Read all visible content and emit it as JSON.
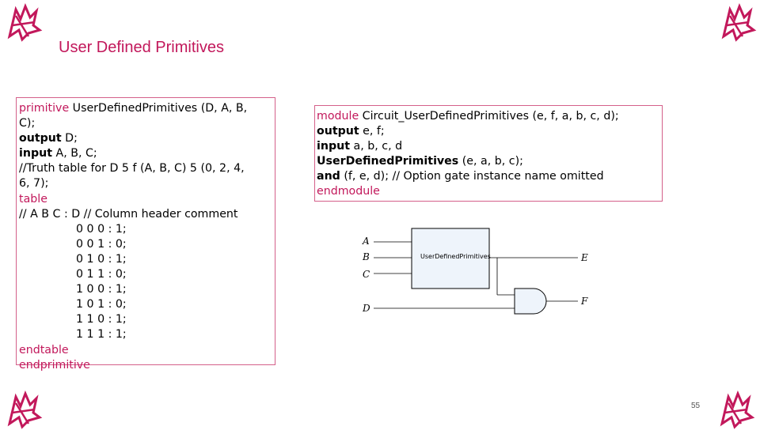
{
  "slide": {
    "title": "User Defined Primitives",
    "page_number": "55"
  },
  "left_code": {
    "line1_kw": "primitive",
    "line1_rest": " UserDefinedPrimitives (D, A, B,",
    "line2": "C);",
    "line3_kw": "output",
    "line3_rest": " D;",
    "line4_kw": "input",
    "line4_rest": " A, B, C;",
    "line5": "//Truth table for D 5 f (A, B, C) 5 (0, 2, 4,",
    "line6": "6, 7);",
    "line7_kw": "table",
    "line8": "// A B C : D // Column header comment",
    "truth_table": [
      "0 0 0 : 1;",
      "0 0 1 : 0;",
      "0 1 0 : 1;",
      "0 1 1 : 0;",
      "1 0 0 : 1;",
      "1 0 1 : 0;",
      "1 1 0 : 1;",
      "1 1 1 : 1;"
    ],
    "end_table": "endtable",
    "end_primitive": "endprimitive"
  },
  "right_code": {
    "line1_kw": "module",
    "line1_rest": " Circuit_UserDefinedPrimitives (e, f, a, b, c, d);",
    "line2_kw": "output",
    "line2_rest": " e, f;",
    "line3_kw": "input",
    "line3_rest": " a, b, c, d",
    "line4_bold": "UserDefinedPrimitives",
    "line4_rest": " (e, a, b, c);",
    "line5_kw": "and",
    "line5_rest": " (f, e, d); // Option gate instance name omitted",
    "line6_kw": "endmodule"
  },
  "diagram": {
    "block_label": "UserDefinedPrimitives",
    "inputs": [
      "A",
      "B",
      "C",
      "D"
    ],
    "outputs": [
      "E",
      "F"
    ]
  },
  "colors": {
    "accent": "#c2185b",
    "box_border": "#d4608a",
    "block_fill": "#eef4fb"
  },
  "icons": [
    "university-logo-icon"
  ]
}
